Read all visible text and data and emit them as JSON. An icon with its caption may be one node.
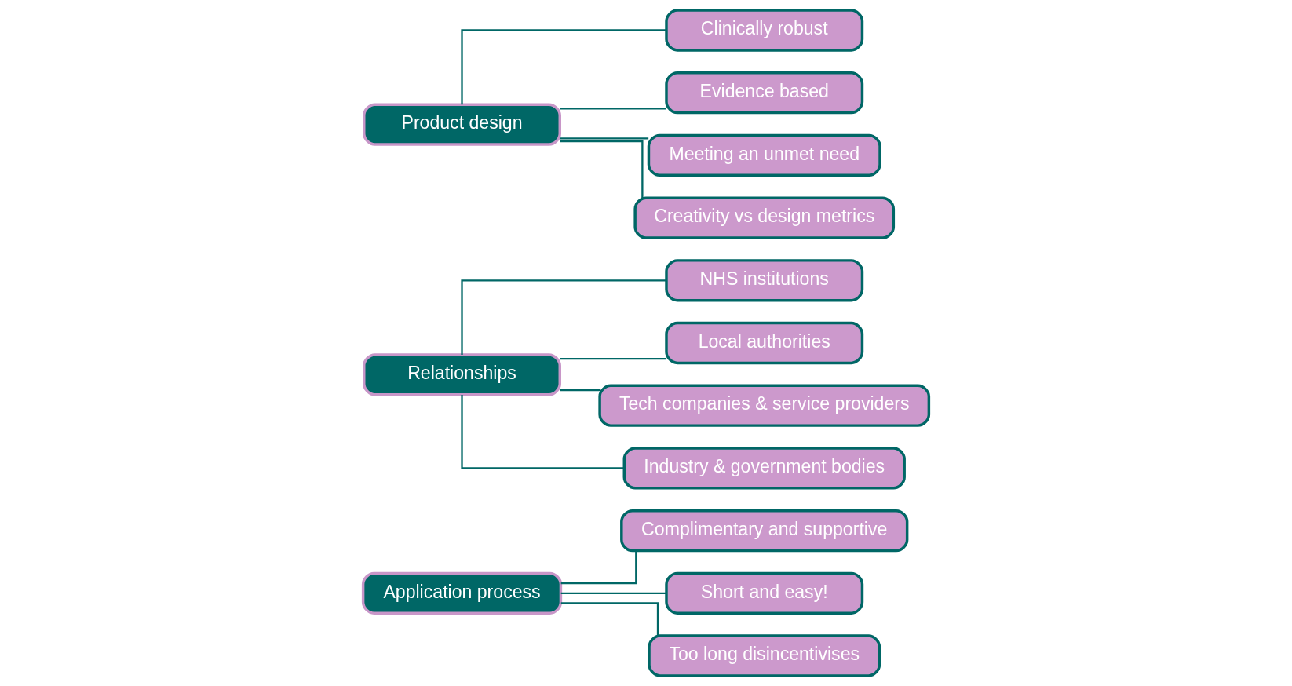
{
  "diagram": {
    "nodes": [
      {
        "text": [
          "Application process"
        ]
      },
      {
        "text": [
          "Complimentary and supportive"
        ]
      },
      {
        "text": [
          "Short and easy!"
        ]
      },
      {
        "text": [
          "Too long disincentivises"
        ]
      },
      {
        "text": [
          "Relationships"
        ]
      },
      {
        "text": [
          "NHS institutions"
        ]
      },
      {
        "text": [
          "Local authorities"
        ]
      },
      {
        "text": [
          "Tech companies & service providers"
        ]
      },
      {
        "text": [
          "Industry & government bodies"
        ]
      },
      {
        "text": [
          "Product design"
        ]
      },
      {
        "text": [
          "Clinically robust"
        ]
      },
      {
        "text": [
          "Evidence based"
        ]
      },
      {
        "text": [
          "Meeting an unmet need"
        ]
      },
      {
        "text": [
          "Creativity vs design metrics"
        ]
      }
    ],
    "edges": [
      {
        "from": 0,
        "to": 1,
        "arrow": "none"
      },
      {
        "from": 0,
        "to": 2,
        "arrow": "none"
      },
      {
        "from": 0,
        "to": 3,
        "arrow": "none"
      },
      {
        "from": 4,
        "to": 5,
        "arrow": "none"
      },
      {
        "from": 4,
        "to": 6,
        "arrow": "none"
      },
      {
        "from": 4,
        "to": 7,
        "arrow": "none"
      },
      {
        "from": 4,
        "to": 8,
        "arrow": "none"
      },
      {
        "from": 9,
        "to": 10,
        "arrow": "none"
      },
      {
        "from": 9,
        "to": 11,
        "arrow": "none"
      },
      {
        "from": 9,
        "to": 12,
        "arrow": "none"
      },
      {
        "from": 9,
        "to": 13,
        "arrow": "none"
      }
    ]
  }
}
